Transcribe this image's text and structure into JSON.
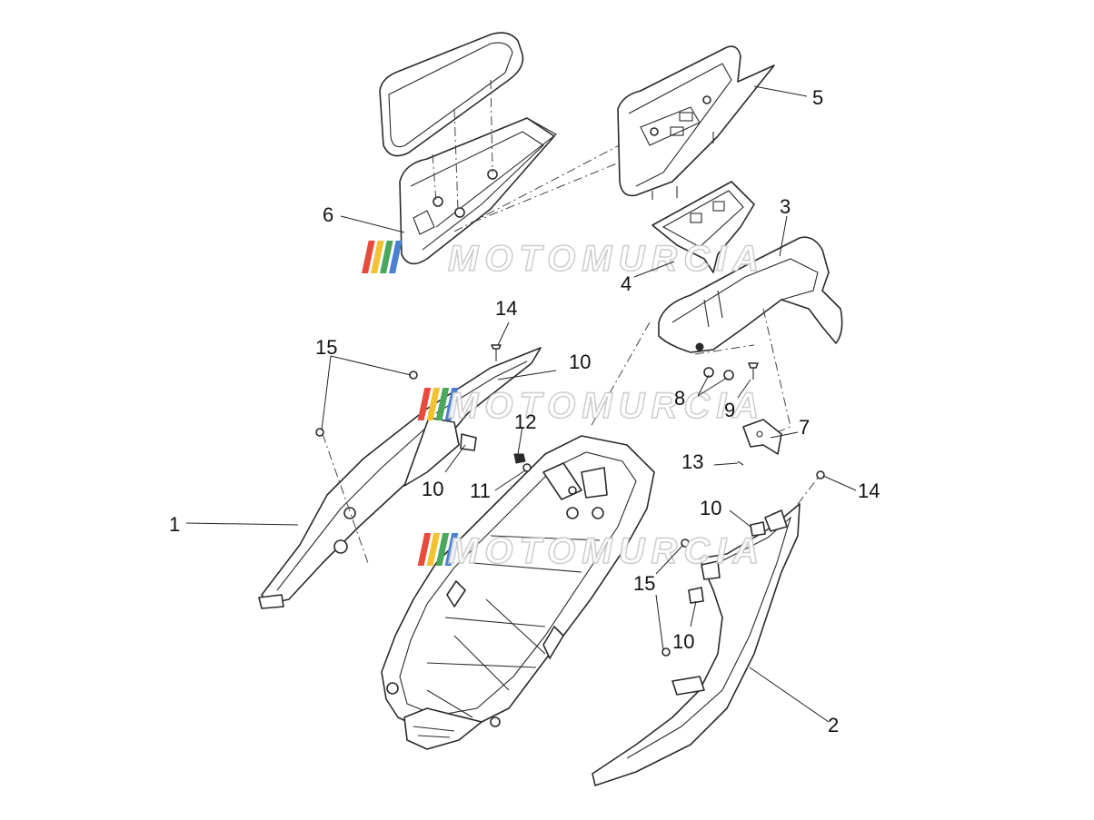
{
  "watermark": {
    "text": "MOTOMURCIA",
    "stripe_colors": [
      "#e84a3c",
      "#f2c232",
      "#49a85c",
      "#4a7fd1"
    ]
  },
  "callouts": [
    {
      "id": "c1",
      "label": "1"
    },
    {
      "id": "c2",
      "label": "2"
    },
    {
      "id": "c3",
      "label": "3"
    },
    {
      "id": "c4",
      "label": "4"
    },
    {
      "id": "c5",
      "label": "5"
    },
    {
      "id": "c6",
      "label": "6"
    },
    {
      "id": "c7",
      "label": "7"
    },
    {
      "id": "c8",
      "label": "8"
    },
    {
      "id": "c9",
      "label": "9"
    },
    {
      "id": "c10a",
      "label": "10"
    },
    {
      "id": "c10b",
      "label": "10"
    },
    {
      "id": "c10c",
      "label": "10"
    },
    {
      "id": "c10d",
      "label": "10"
    },
    {
      "id": "c11",
      "label": "11"
    },
    {
      "id": "c12",
      "label": "12"
    },
    {
      "id": "c13",
      "label": "13"
    },
    {
      "id": "c14a",
      "label": "14"
    },
    {
      "id": "c14b",
      "label": "14"
    },
    {
      "id": "c15a",
      "label": "15"
    },
    {
      "id": "c15b",
      "label": "15"
    }
  ]
}
